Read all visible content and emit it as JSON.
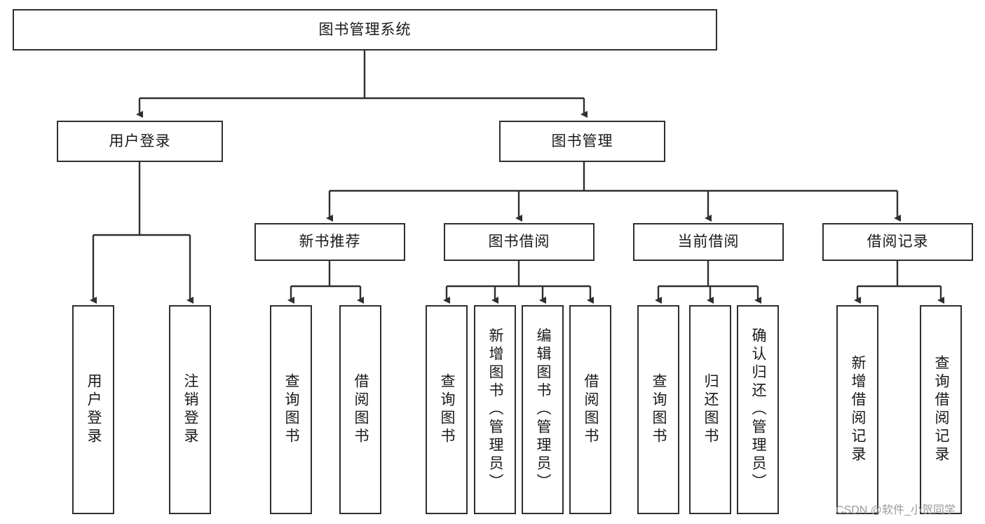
{
  "diagram": {
    "title": "图书管理系统",
    "watermark": "CSDN @软件_小贺同学",
    "colors": {
      "background": "#ffffff",
      "node_fill": "#ffffff",
      "node_border": "#2f2f2f",
      "edge": "#2f2f2f",
      "text": "#1a1a1a",
      "watermark": "#9a9a9a"
    },
    "root": {
      "label": "图书管理系统"
    },
    "level2": [
      {
        "label": "用户登录"
      },
      {
        "label": "图书管理"
      }
    ],
    "level3": [
      {
        "label": "新书推荐"
      },
      {
        "label": "图书借阅"
      },
      {
        "label": "当前借阅"
      },
      {
        "label": "借阅记录"
      }
    ],
    "leaves": {
      "user_login": [
        {
          "label": "用户登录"
        },
        {
          "label": "注销登录"
        }
      ],
      "new_book_recommend": [
        {
          "label": "查询图书"
        },
        {
          "label": "借阅图书"
        }
      ],
      "book_borrow": [
        {
          "label": "查询图书"
        },
        {
          "label": "新增图书（管理员）"
        },
        {
          "label": "编辑图书（管理员）"
        },
        {
          "label": "借阅图书"
        }
      ],
      "current_borrow": [
        {
          "label": "查询图书"
        },
        {
          "label": "归还图书"
        },
        {
          "label": "确认归还（管理员）"
        }
      ],
      "borrow_record": [
        {
          "label": "新增借阅记录"
        },
        {
          "label": "查询借阅记录"
        }
      ]
    }
  }
}
